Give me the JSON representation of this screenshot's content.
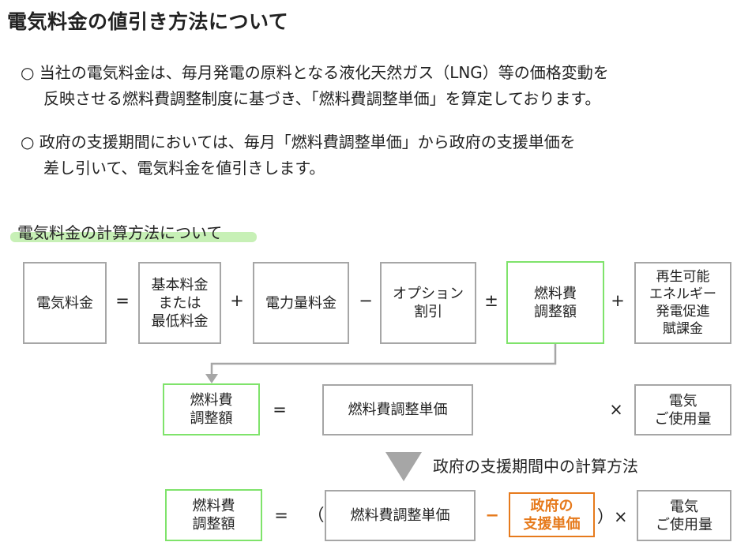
{
  "title": "電気料金の値引き方法について",
  "bullets": [
    {
      "lines": [
        "○ 当社の電気料金は、毎月発電の原料となる液化天然ガス（LNG）等の価格変動を",
        "反映させる燃料費調整制度に基づき、「燃料費調整単価」を算定しております。"
      ]
    },
    {
      "lines": [
        "○ 政府の支援期間においては、毎月「燃料費調整単価」から政府の支援単価を",
        "差し引いて、電気料金を値引きします。"
      ]
    }
  ],
  "section_title": "電気料金の計算方法について",
  "formula1": {
    "result": "電気料金",
    "eq": "=",
    "base": "基本料金\nまたは\n最低料金",
    "plus1": "+",
    "energy": "電力量料金",
    "minus": "−",
    "option": "オプション\n割引",
    "pm": "±",
    "fuel": "燃料費\n調整額",
    "plus2": "+",
    "renew": "再生可能\nエネルギー\n発電促進\n賦課金"
  },
  "formula2": {
    "result": "燃料費\n調整額",
    "eq": "=",
    "unit": "燃料費調整単価",
    "times": "×",
    "usage": "電気\nご使用量"
  },
  "gov_note": "政府の支援期間中の計算方法",
  "formula3": {
    "result": "燃料費\n調整額",
    "eq": "=",
    "lparen": "（",
    "unit": "燃料費調整単価",
    "minus": "−",
    "support": "政府の\n支援単価",
    "rparen_times": "）×",
    "usage": "電気\nご使用量"
  },
  "colors": {
    "green_border": "#7fe36b",
    "gray_border": "#a6a6a6",
    "orange": "#e67a1c",
    "highlight": "#c7f0b6",
    "arrow_gray": "#a6a6a6"
  }
}
